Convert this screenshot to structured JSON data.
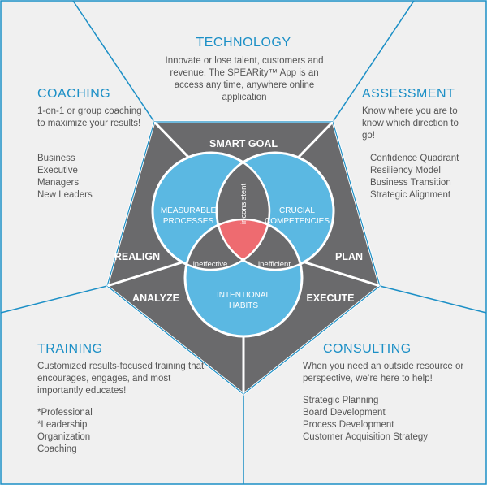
{
  "colors": {
    "accent": "#1b8fc6",
    "panel": "#f0f0f0",
    "border": "#1b8fc6",
    "pentagon": "#6a6a6c",
    "circle": "#5bb8e2",
    "center": "#ee6b70"
  },
  "technology": {
    "title": "TECHNOLOGY",
    "description": "Innovate or lose talent, customers and revenue. The SPEARity™ App is an access any time, anywhere online application"
  },
  "coaching": {
    "title": "COACHING",
    "description": "1-on-1 or group coaching to maximize your results!",
    "items": [
      "Business",
      "Executive",
      "Managers",
      "New Leaders"
    ]
  },
  "assessment": {
    "title": "ASSESSMENT",
    "description": "Know where you are to know which direction to go!",
    "items": [
      "Confidence Quadrant",
      "Resiliency Model",
      "Business Transition",
      "Strategic Alignment"
    ]
  },
  "training": {
    "title": "TRAINING",
    "description": "Customized results-focused training that encourages, engages, and most importantly educates!",
    "items": [
      "*Professional",
      "*Leadership",
      "Organization",
      "Coaching"
    ]
  },
  "consulting": {
    "title": "CONSULTING",
    "description": "When you need an outside resource or perspective, we’re here to help!",
    "items": [
      "Strategic Planning",
      "Board Development",
      "Process Development",
      "Customer Acquisition Strategy"
    ]
  },
  "pentagon": {
    "smart_goal": "SMART GOAL",
    "realign": "REALIGN",
    "plan": "PLAN",
    "analyze": "ANALYZE",
    "execute": "EXECUTE"
  },
  "venn": {
    "measurable_line1": "MEASURABLE",
    "measurable_line2": "PROCESSES",
    "crucial_line1": "CRUCIAL",
    "crucial_line2": "COMPETENCIES",
    "intentional_line1": "INTENTIONAL",
    "intentional_line2": "HABITS",
    "inconsistent": "inconsistent",
    "ineffective": "ineffective",
    "inefficient": "inefficient"
  }
}
